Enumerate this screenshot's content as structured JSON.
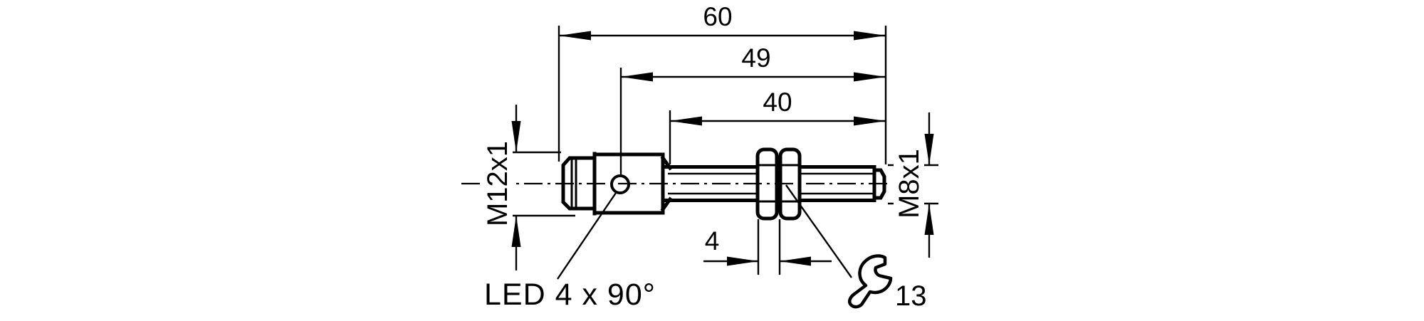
{
  "colors": {
    "background": "#ffffff",
    "line": "#000000"
  },
  "labels": {
    "overall_length": "60",
    "length_to_led": "49",
    "thread_length": "40",
    "connector_thread": "M12x1",
    "sensor_thread": "M8x1",
    "led": "LED 4 x 90°",
    "nut_width": "4",
    "wrench_size": "13"
  },
  "icons": {
    "wrench": "open-end-wrench-icon"
  }
}
